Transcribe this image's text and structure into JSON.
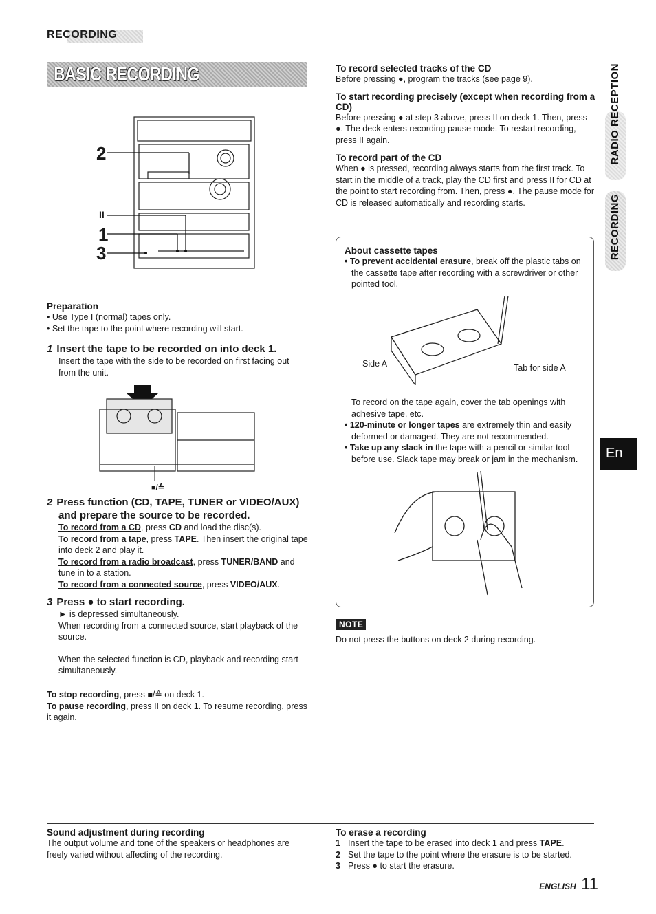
{
  "header": {
    "section": "RECORDING",
    "title": "BASIC RECORDING"
  },
  "left": {
    "fig1_labels": [
      "2",
      "II",
      "1",
      "3"
    ],
    "prep_title": "Preparation",
    "prep_items": [
      "• Use Type I (normal) tapes only.",
      "• Set the tape to the point where recording will start."
    ],
    "step1": {
      "num": "1",
      "title": "Insert the tape to be recorded on into deck 1.",
      "body": "Insert the tape with the side to be recorded on first facing out from the unit."
    },
    "fig2_label": "■/≜",
    "step2": {
      "num": "2",
      "title": "Press function (CD, TAPE, TUNER or VIDEO/AUX) and prepare the source to be recorded.",
      "l1a": "To record from a CD",
      "l1b": ", press ",
      "l1c": "CD",
      "l1d": " and load the disc(s).",
      "l2a": "To record from a tape",
      "l2b": ", press ",
      "l2c": "TAPE",
      "l2d": ". Then insert the original tape into deck 2 and play it.",
      "l3a": "To record from a radio broadcast",
      "l3b": ", press ",
      "l3c": "TUNER/BAND",
      "l3d": " and tune in to a station.",
      "l4a": "To record from a connected source",
      "l4b": ", press ",
      "l4c": "VIDEO/AUX",
      "l4d": "."
    },
    "step3": {
      "num": "3",
      "title": "Press ● to start recording.",
      "b1": "► is depressed simultaneously.",
      "b2": "When recording from a connected source, start playback of the source.",
      "b3": "When the selected function is CD, playback and recording start simultaneously."
    },
    "stop_a": "To stop recording",
    "stop_b": ", press ■/≜ on deck 1.",
    "pause_a": "To pause recording",
    "pause_b": ", press II on deck 1. To resume recording, press it again."
  },
  "right": {
    "sel_title": "To record selected tracks of the CD",
    "sel_body": "Before pressing ●, program the tracks (see page 9).",
    "prec_title": "To start recording precisely (except when recording from a CD)",
    "prec_body": "Before pressing ● at step 3 above, press II on deck 1. Then, press ●. The deck enters recording pause mode. To restart recording, press II again.",
    "part_title": "To record part of the CD",
    "part_body": "When ● is pressed, recording always starts from the first track. To start in the middle of a track, play the CD first and press II for CD at the point to start recording from. Then, press ●. The pause mode for CD is released automatically and recording starts.",
    "box": {
      "title": "About cassette tapes",
      "i1a": "• To prevent accidental erasure",
      "i1b": ", break off the plastic tabs on the cassette tape after recording with a screwdriver or other pointed tool.",
      "side_a": "Side A",
      "tab_a": "Tab for side A",
      "p2": "To record on the tape again, cover the tab openings with adhesive tape, etc.",
      "i2a": "• 120-minute or longer tapes",
      "i2b": " are extremely thin and easily deformed or damaged. They are not recommended.",
      "i3a": "• Take up any slack in",
      "i3b": " the tape with a pencil or similar tool before use. Slack tape may break or jam in the mechanism."
    },
    "note_label": "NOTE",
    "note_body": "Do not press the buttons on deck 2 during recording."
  },
  "sidebar": {
    "tab1": "RADIO RECEPTION",
    "tab2": "RECORDING",
    "lang": "En"
  },
  "bottom": {
    "sound_title": "Sound adjustment during recording",
    "sound_body": "The output volume and tone of the speakers or headphones are freely varied without affecting of the recording.",
    "erase_title": "To erase a recording",
    "erase_steps": [
      {
        "n": "1",
        "a": "Insert the tape to be erased into deck 1 and press ",
        "b": "TAPE",
        "c": "."
      },
      {
        "n": "2",
        "a": "Set the tape to the point where the erasure is to be started.",
        "b": "",
        "c": ""
      },
      {
        "n": "3",
        "a": "Press ● to start the erasure.",
        "b": "",
        "c": ""
      }
    ],
    "footer_lang": "ENGLISH",
    "page_num": "11"
  }
}
